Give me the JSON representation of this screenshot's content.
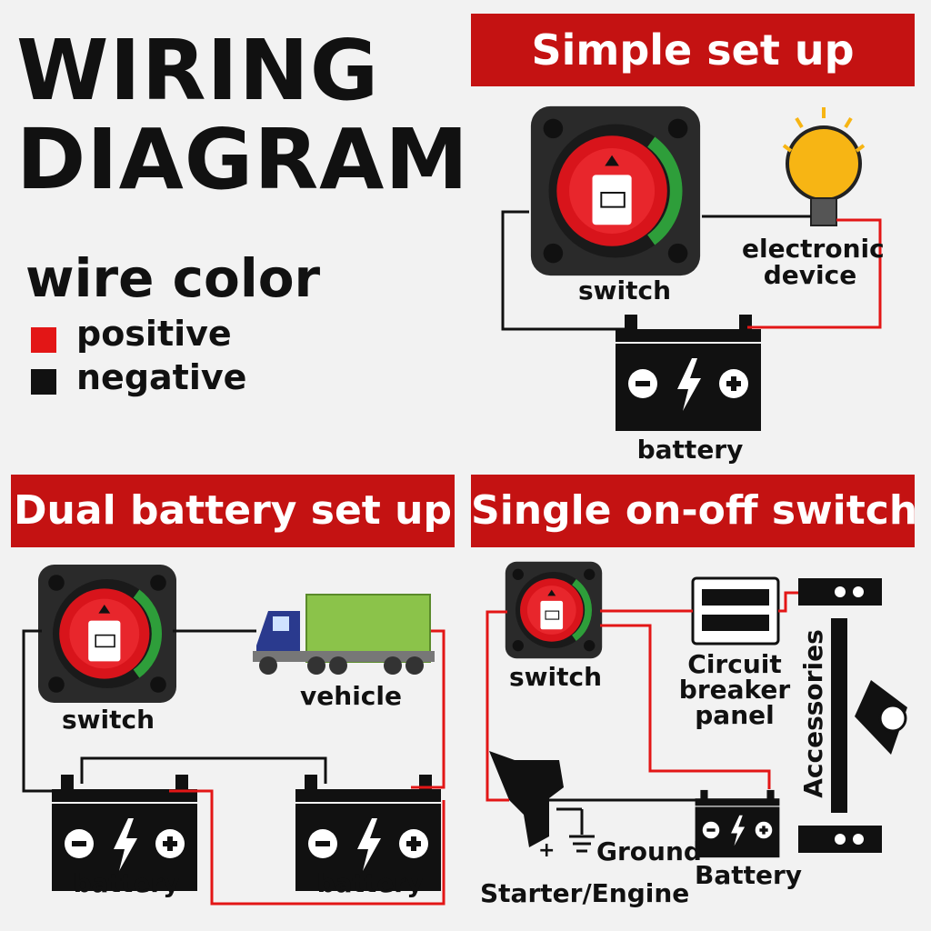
{
  "title": {
    "line1": "WIRING",
    "line2": "DIAGRAM"
  },
  "legend": {
    "heading": "wire color",
    "items": [
      {
        "label": "positive",
        "color": "#e31616"
      },
      {
        "label": "negative",
        "color": "#111111"
      }
    ]
  },
  "colors": {
    "banner": "#c41212",
    "positive": "#e31616",
    "negative": "#111111",
    "switch_body": "#d8141b",
    "device_body": "#111111"
  },
  "simple": {
    "banner": "Simple set up",
    "switch_label": "switch",
    "device_label_1": "electronic",
    "device_label_2": "device",
    "battery_label": "battery"
  },
  "dual": {
    "banner": "Dual battery set up",
    "switch_label": "switch",
    "vehicle_label": "vehicle",
    "battery1_label": "battery",
    "battery2_label": "battery"
  },
  "single": {
    "banner": "Single on-off switch",
    "switch_label": "switch",
    "panel_label_1": "Circuit",
    "panel_label_2": "breaker",
    "panel_label_3": "panel",
    "accessories_label": "Accessories",
    "ground_label": "Ground",
    "battery_label": "Battery",
    "engine_label": "Starter/Engine"
  }
}
